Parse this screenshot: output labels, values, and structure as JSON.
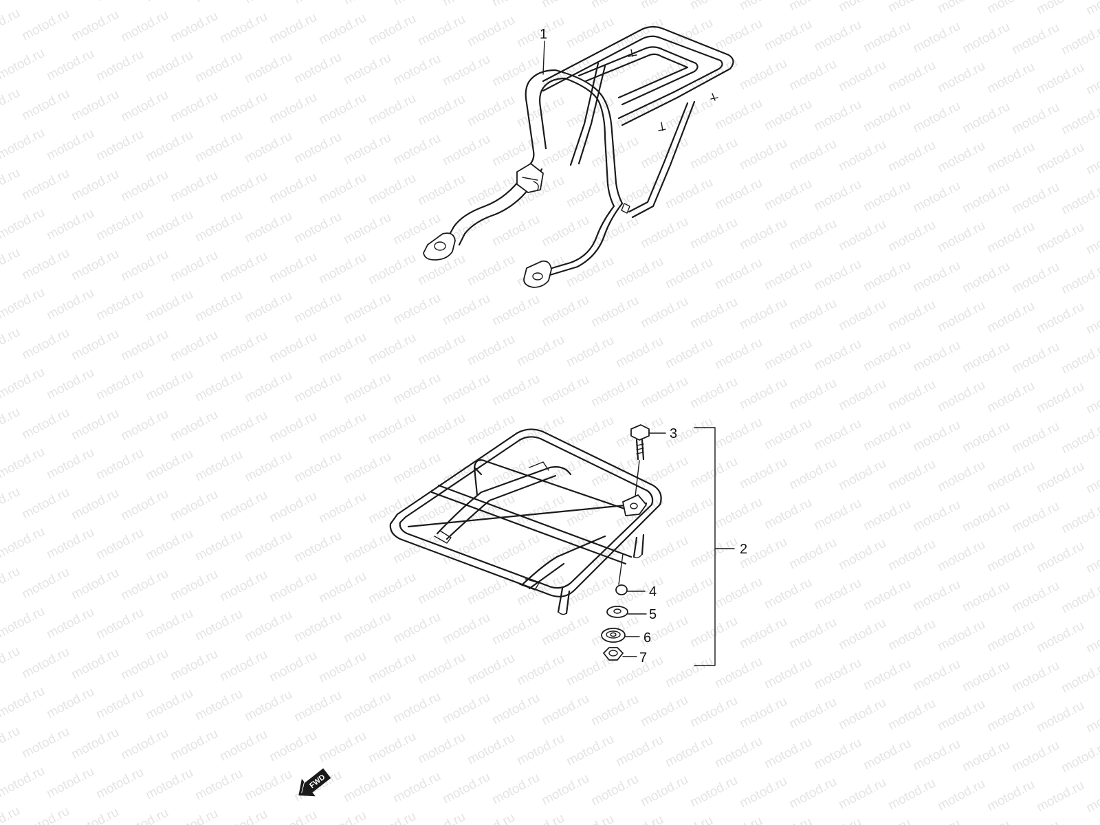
{
  "watermark": "motod.ru",
  "callouts": [
    {
      "id": "1",
      "label": "1"
    },
    {
      "id": "2",
      "label": "2"
    },
    {
      "id": "3",
      "label": "3"
    },
    {
      "id": "4",
      "label": "4"
    },
    {
      "id": "5",
      "label": "5"
    },
    {
      "id": "6",
      "label": "6"
    },
    {
      "id": "7",
      "label": "7"
    }
  ],
  "direction": {
    "label": "FWD",
    "icon": "fwd-arrow-icon"
  },
  "colors": {
    "line": "#1a1a1a",
    "watermark": "#e4e4e4",
    "background": "#ffffff"
  }
}
